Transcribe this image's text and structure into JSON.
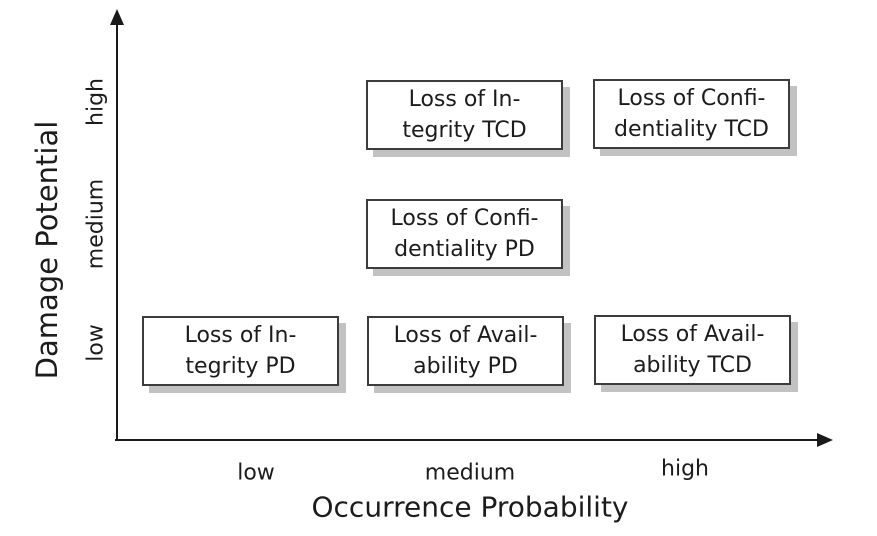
{
  "chart_data": {
    "type": "scatter",
    "title": "",
    "xlabel": "Occurrence Probability",
    "ylabel": "Damage Potential",
    "x_categories": [
      "low",
      "medium",
      "high"
    ],
    "y_categories": [
      "low",
      "medium",
      "high"
    ],
    "grid": false,
    "legend": "none",
    "points": [
      {
        "x": "medium",
        "y": "high",
        "label": "Loss of Integrity TCD",
        "line1": "Loss of In-",
        "line2": "tegrity TCD"
      },
      {
        "x": "high",
        "y": "high",
        "label": "Loss of Confidentiality TCD",
        "line1": "Loss of Confi-",
        "line2": "dentiality TCD"
      },
      {
        "x": "medium",
        "y": "medium",
        "label": "Loss of Confidentiality PD",
        "line1": "Loss of Confi-",
        "line2": "dentiality PD"
      },
      {
        "x": "low",
        "y": "low",
        "label": "Loss of Integrity PD",
        "line1": "Loss of In-",
        "line2": "tegrity PD"
      },
      {
        "x": "medium",
        "y": "low",
        "label": "Loss of Availability PD",
        "line1": "Loss of Avail-",
        "line2": "ability PD"
      },
      {
        "x": "high",
        "y": "low",
        "label": "Loss of Availability TCD",
        "line1": "Loss of Avail-",
        "line2": "ability TCD"
      }
    ]
  },
  "x_axis": {
    "title": "Occurrence Probability",
    "ticks": [
      "low",
      "medium",
      "high"
    ]
  },
  "y_axis": {
    "title": "Damage Potential",
    "ticks": [
      "low",
      "medium",
      "high"
    ]
  },
  "colors": {
    "background": "#ffffff",
    "axis": "#1a1a1a",
    "text": "#1c1c1c",
    "box_fill": "#ffffff",
    "box_border": "#3c3c3c",
    "box_shadow": "#c2c2c2"
  }
}
